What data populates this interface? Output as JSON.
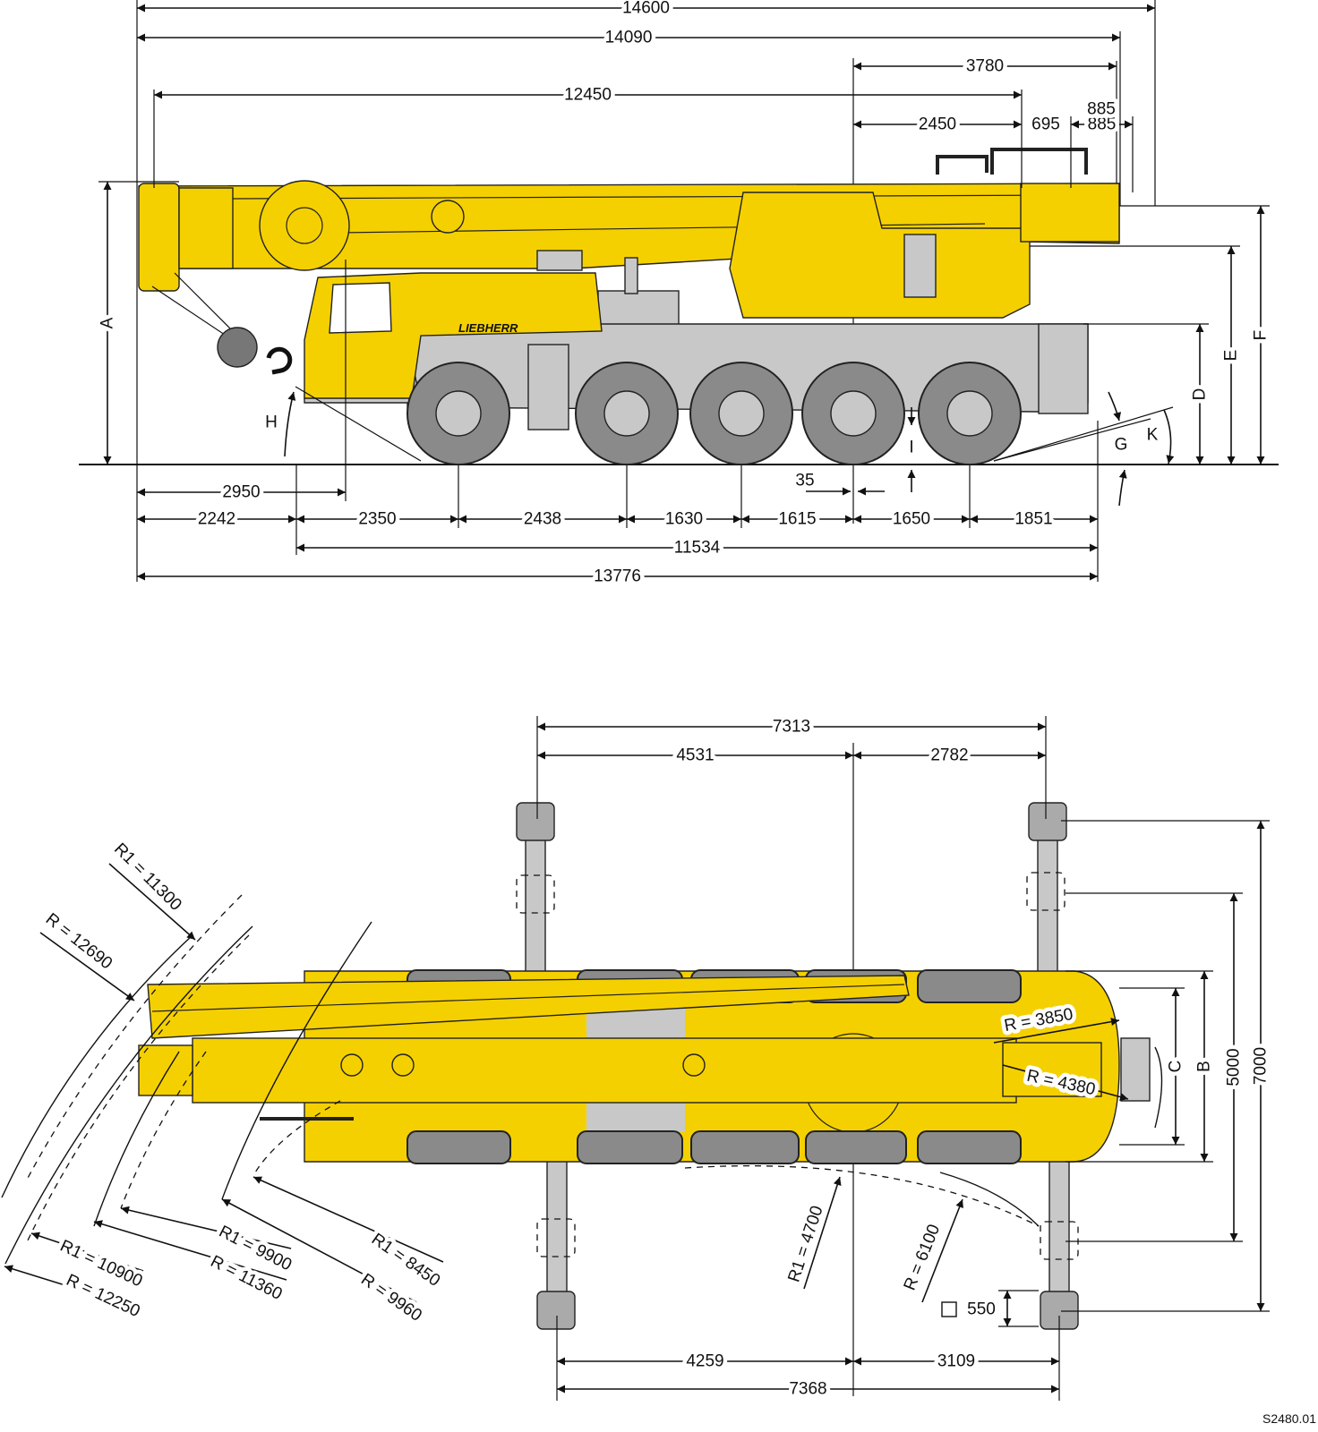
{
  "drawing_code": "S2480.01",
  "colors": {
    "crane_yellow": "#f5d000",
    "chassis_gray": "#c8c8c8",
    "tire_gray": "#8a8a8a",
    "line": "#111111"
  },
  "side_view": {
    "brand": "LIEBHERR",
    "top_dims": [
      "14600",
      "14090",
      "3780",
      "12450",
      "2450",
      "695",
      "885"
    ],
    "bottom_dims": [
      "2950",
      "2242",
      "2350",
      "2438",
      "1630",
      "1615",
      "1650",
      "1851",
      "35",
      "11534",
      "13776"
    ],
    "height_labels": [
      "A",
      "D",
      "E",
      "F"
    ],
    "angle_labels": [
      "H",
      "I",
      "G",
      "K"
    ]
  },
  "plan_view": {
    "top_dims": [
      "7313",
      "4531",
      "2782"
    ],
    "bottom_dims": [
      "4259",
      "3109",
      "7368"
    ],
    "side_dims": [
      "7000",
      "5000",
      "B",
      "C"
    ],
    "pad_size": "550",
    "tail_radii": [
      "R = 3850",
      "R = 4380"
    ],
    "swing_radii_top": [
      "R1 = 11300",
      "R = 12690"
    ],
    "swing_radii_bottom": [
      "R1 = 10900",
      "R = 12250",
      "R1 = 9900",
      "R = 11360",
      "R1 = 8450",
      "R = 9960"
    ],
    "outrigger_radii": [
      "R1 = 4700",
      "R = 6100"
    ]
  }
}
